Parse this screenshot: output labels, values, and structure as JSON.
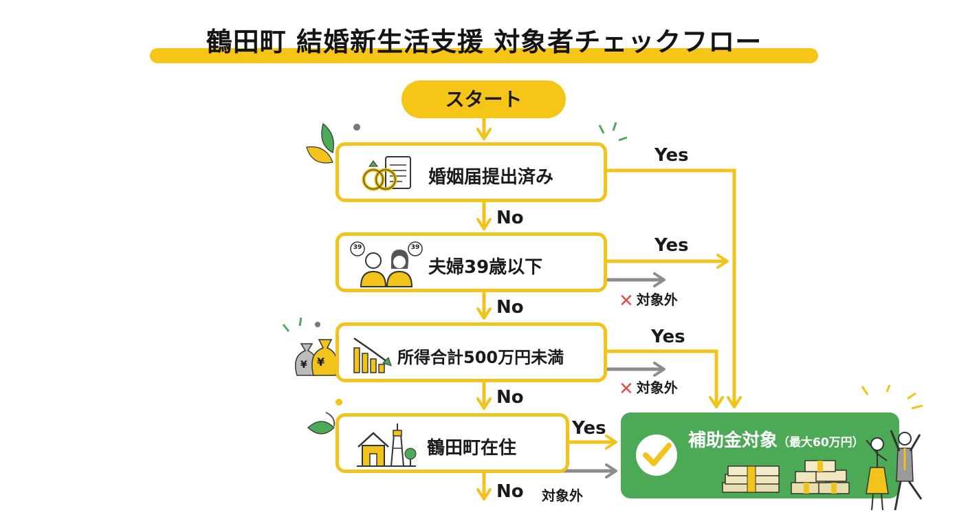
{
  "title": "鶴田町 結婚新生活支援 対象者チェックフロー",
  "start_label": "スタート",
  "steps": [
    {
      "label": "婚姻届提出済み",
      "icon": "wedding-rings-document-icon"
    },
    {
      "label": "夫婦39歳以下",
      "icon": "couple-age-39-icon",
      "badge": "39"
    },
    {
      "label": "所得合計500万円未満",
      "icon": "declining-bar-chart-icon"
    },
    {
      "label": "鶴田町在住",
      "icon": "house-and-tower-icon"
    }
  ],
  "yes_label": "Yes",
  "no_label": "No",
  "excluded_label": "対象外",
  "excluded_mark": "✕",
  "money_bag_mark": "¥",
  "result": {
    "title": "補助金対象",
    "subtitle": "（最大60万円）",
    "icon": "check-circle-icon"
  },
  "colors": {
    "accent_yellow": "#f5c518",
    "box_border": "#f2c31a",
    "result_green": "#4caa56",
    "exclusion_gray": "#8c8c8c",
    "exclusion_x": "#e0504a"
  }
}
